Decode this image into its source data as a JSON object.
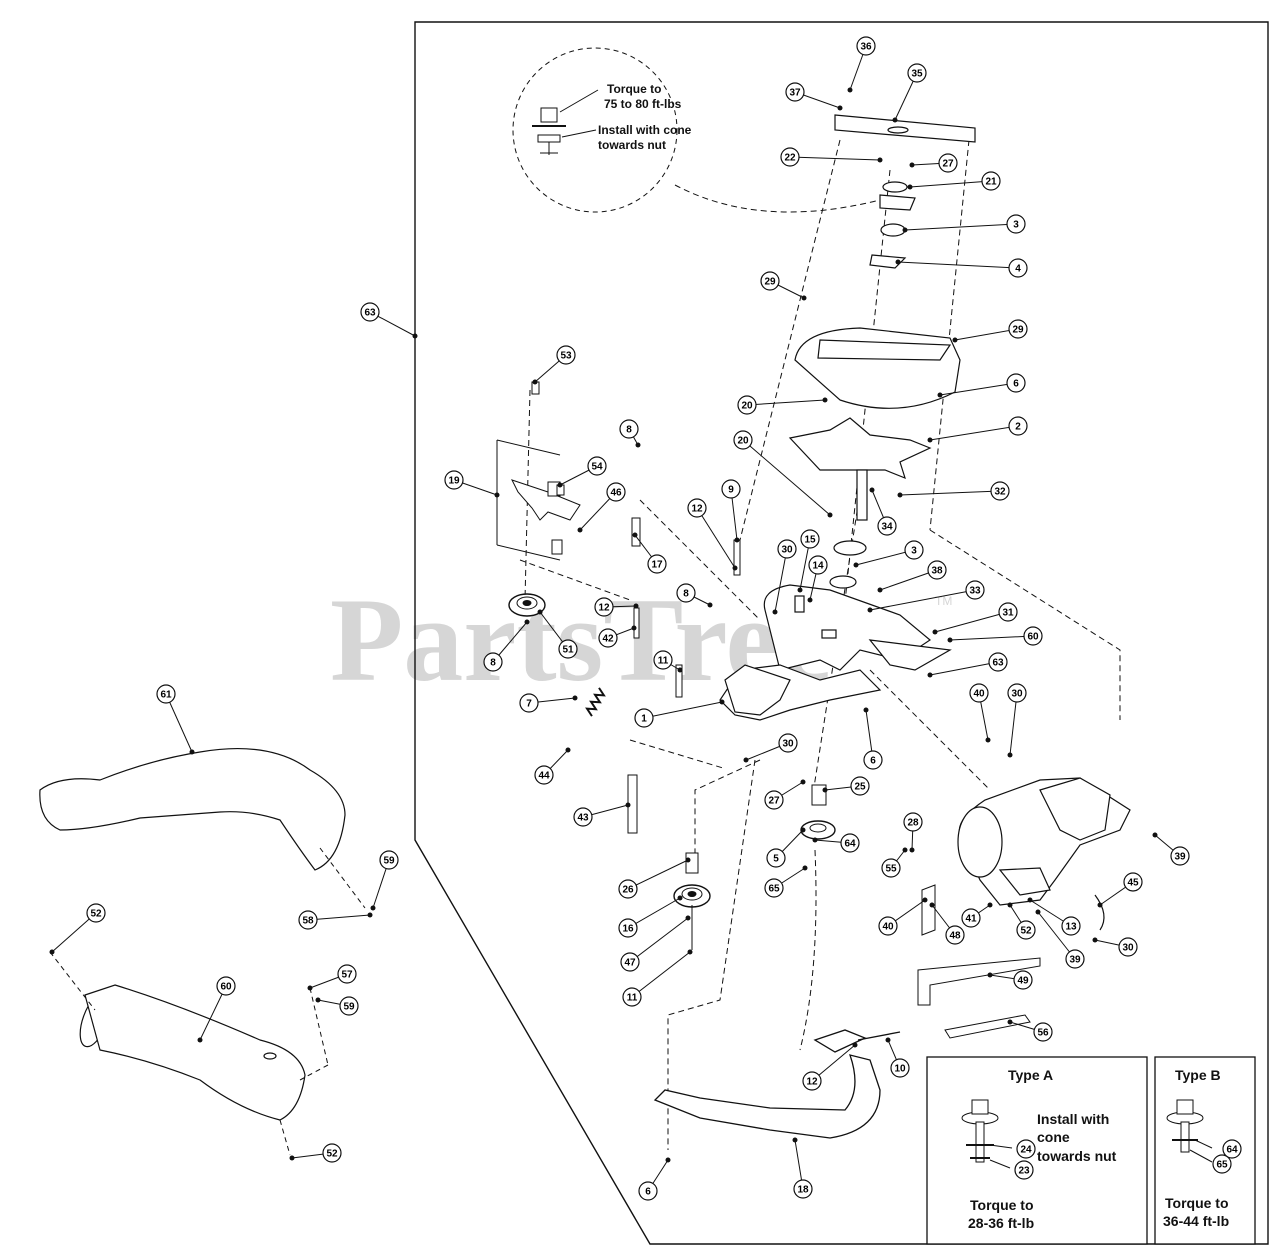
{
  "watermark": "PartsTree",
  "watermark_mark": "TM",
  "detail_note": {
    "torque_line1": "Torque to",
    "torque_line2": "75 to 80 ft-lbs",
    "install_line1": "Install with cone",
    "install_line2": "towards nut"
  },
  "type_a": {
    "title": "Type A",
    "install_line1": "Install with",
    "install_line2": "cone",
    "install_line3": "towards nut",
    "torque_line1": "Torque to",
    "torque_line2": "28-36 ft-lb",
    "callouts": [
      "24",
      "23"
    ]
  },
  "type_b": {
    "title": "Type B",
    "torque_line1": "Torque to",
    "torque_line2": "36-44 ft-lb",
    "callouts": [
      "64",
      "65"
    ]
  },
  "callouts": {
    "c36": "36",
    "c35": "35",
    "c37": "37",
    "c22": "22",
    "c27a": "27",
    "c21": "21",
    "c3a": "3",
    "c4": "4",
    "c29a": "29",
    "c29b": "29",
    "c63a": "63",
    "c6a": "6",
    "c20a": "20",
    "c2": "2",
    "c53a": "53",
    "c8a": "8",
    "c20b": "20",
    "c32": "32",
    "c19": "19",
    "c54": "54",
    "c46": "46",
    "c9": "9",
    "c34": "34",
    "c12a": "12",
    "c30a": "30",
    "c15": "15",
    "c3b": "3",
    "c17": "17",
    "c14": "14",
    "c38": "38",
    "c8b": "8",
    "c33": "33",
    "c12b": "12",
    "c31": "31",
    "c42": "42",
    "c60a": "60",
    "c8c": "8",
    "c51": "51",
    "c11a": "11",
    "c63b": "63",
    "c7": "7",
    "c1": "1",
    "c40a": "40",
    "c30b": "30",
    "c6b": "6",
    "c61": "61",
    "c44": "44",
    "c30c": "30",
    "c27b": "27",
    "c25": "25",
    "c43": "43",
    "c28": "28",
    "c5": "5",
    "c64": "64",
    "c39a": "39",
    "c26": "26",
    "c65": "65",
    "c55": "55",
    "c59a": "59",
    "c45": "45",
    "c16": "16",
    "c58": "58",
    "c40b": "40",
    "c48": "48",
    "c41": "41",
    "c52a": "52",
    "c13": "13",
    "c39b": "39",
    "c30d": "30",
    "c52b": "52",
    "c47": "47",
    "c57": "57",
    "c49": "49",
    "c11b": "11",
    "c60b": "60",
    "c59b": "59",
    "c56": "56",
    "c12c": "12",
    "c10": "10",
    "c52c": "52",
    "c6c": "6",
    "c18": "18"
  }
}
